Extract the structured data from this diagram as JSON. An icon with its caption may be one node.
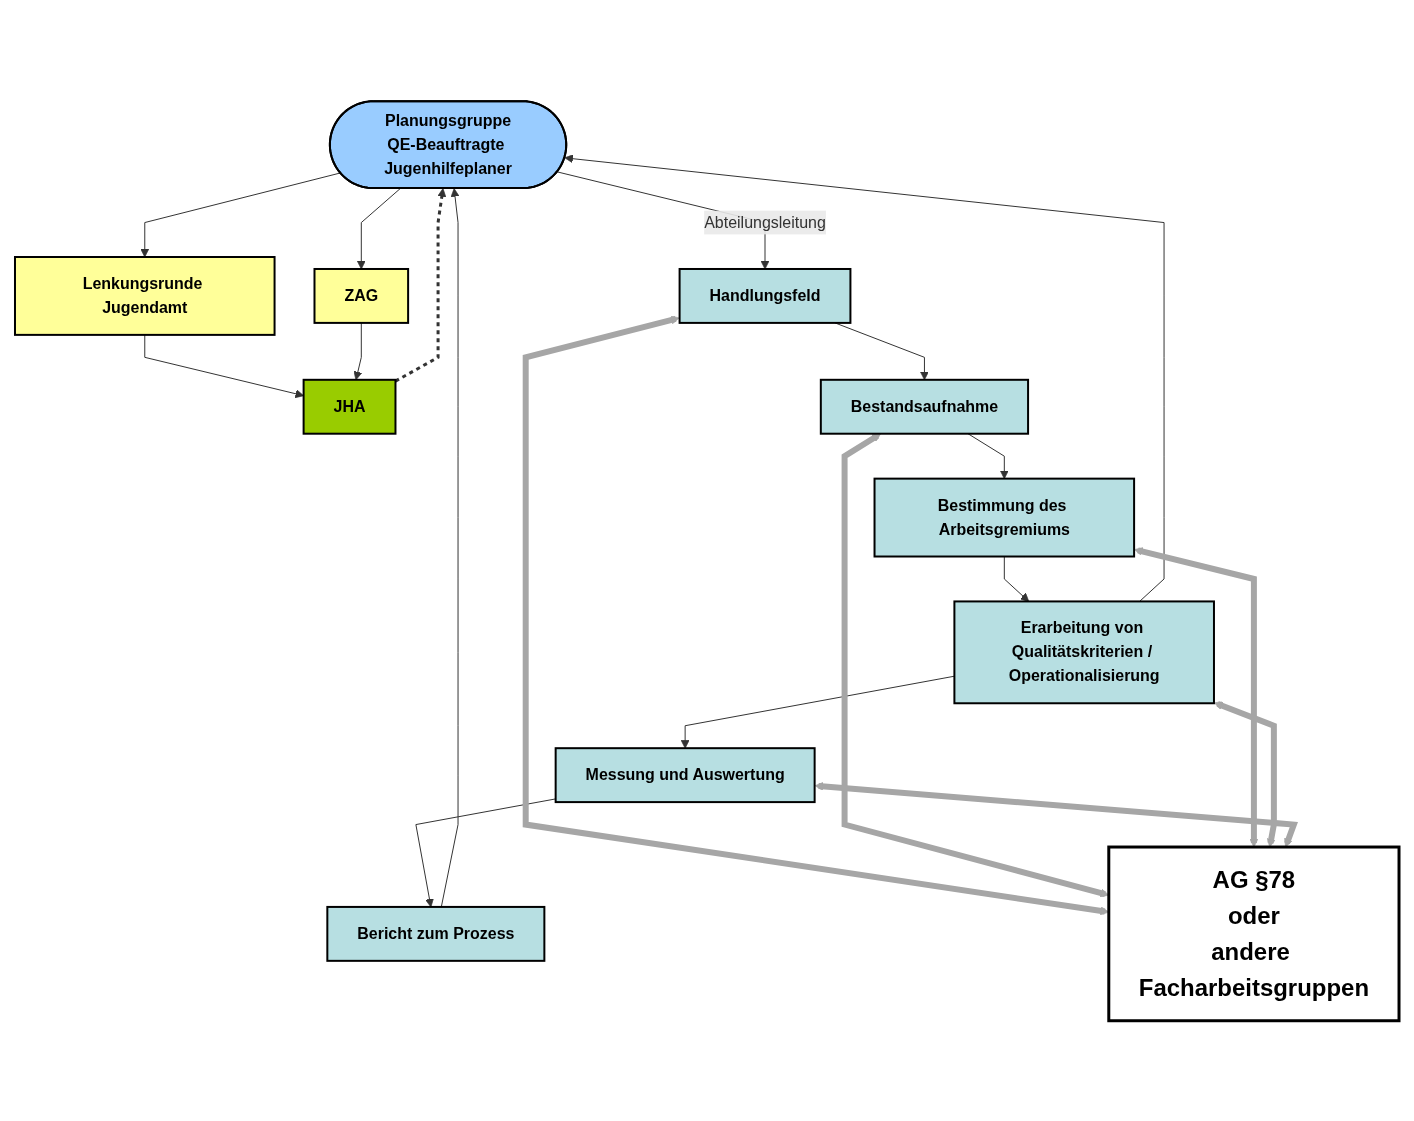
{
  "diagram": {
    "nodes": [
      {
        "text": [
          "Planungsgruppe",
          "QE-Beauftragte Jugenhilfeplaner"
        ]
      },
      {
        "text": [
          "Lenkungsrunde Jugendamt"
        ]
      },
      {
        "text": [
          "ZAG"
        ]
      },
      {
        "text": [
          "JHA"
        ]
      },
      {
        "text": [
          "Handlungsfeld"
        ]
      },
      {
        "text": [
          "Bestandsaufnahme"
        ]
      },
      {
        "text": [
          "Bestimmung des Arbeitsgremiums"
        ]
      },
      {
        "text": [
          "Erarbeitung von Qualitätskriterien / Operationalisierung"
        ]
      },
      {
        "text": [
          "Messung und Auswertung"
        ]
      },
      {
        "text": [
          "Bericht zum Prozess"
        ]
      },
      {
        "text": [
          "AG §78",
          "oder",
          "andere Facharbeitsgruppen"
        ]
      }
    ],
    "edges": [
      {
        "from": 0,
        "to": 1,
        "arrow": "to"
      },
      {
        "from": 0,
        "to": 2,
        "arrow": "to"
      },
      {
        "from": 1,
        "to": 3,
        "arrow": "to"
      },
      {
        "from": 2,
        "to": 3,
        "arrow": "to"
      },
      {
        "from": 3,
        "to": 0,
        "arrow": "to",
        "style": "dashed"
      },
      {
        "from": 0,
        "to": 4,
        "arrow": "to",
        "label": "Abteilungsleitung"
      },
      {
        "from": 4,
        "to": 5,
        "arrow": "to"
      },
      {
        "from": 5,
        "to": 6,
        "arrow": "to"
      },
      {
        "from": 6,
        "to": 7,
        "arrow": "to"
      },
      {
        "from": 7,
        "to": 8,
        "arrow": "to"
      },
      {
        "from": 8,
        "to": 9,
        "arrow": "to"
      },
      {
        "from": 7,
        "to": 0,
        "arrow": "to"
      },
      {
        "from": 9,
        "to": 0,
        "arrow": "to"
      },
      {
        "from": 4,
        "to": 10,
        "arrow": "both",
        "style": "thick",
        "color": "#a6a6a6"
      },
      {
        "from": 5,
        "to": 10,
        "arrow": "both",
        "style": "thick",
        "color": "#a6a6a6"
      },
      {
        "from": 6,
        "to": 10,
        "arrow": "both",
        "style": "thick",
        "color": "#a6a6a6"
      },
      {
        "from": 7,
        "to": 10,
        "arrow": "both",
        "style": "thick",
        "color": "#a6a6a6"
      },
      {
        "from": 8,
        "to": 10,
        "arrow": "both",
        "style": "thick",
        "color": "#a6a6a6"
      }
    ]
  }
}
